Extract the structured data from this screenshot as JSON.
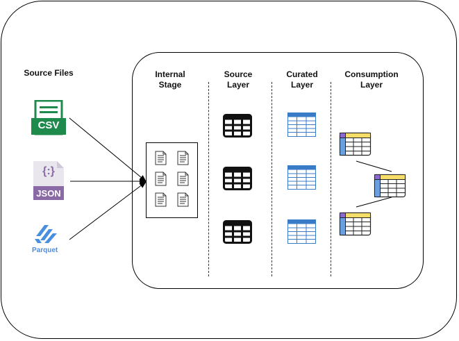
{
  "labels": {
    "source_files": "Source Files",
    "internal_stage": "Internal\nStage",
    "source_layer": "Source\nLayer",
    "curated_layer": "Curated\nLayer",
    "consumption_layer": "Consumption\nLayer"
  },
  "icons": {
    "csv": "CSV",
    "json": "JSON",
    "json_glyph": "{:}",
    "parquet": "Parquet"
  },
  "colors": {
    "csv_green": "#1e8a4c",
    "json_purple": "#8a6aa5",
    "parquet_blue": "#4a8ee0",
    "curated_blue": "#3a7bc8",
    "consumption_yellow": "#f5dd6a",
    "consumption_blue": "#6aa0e0",
    "consumption_purple": "#8a6ad0"
  }
}
